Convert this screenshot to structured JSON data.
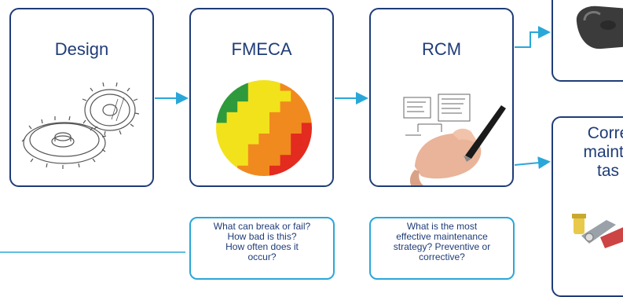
{
  "boxes": {
    "design": {
      "title": "Design"
    },
    "fmeca": {
      "title": "FMECA"
    },
    "rcm": {
      "title": "RCM"
    },
    "corrective": {
      "title_lines": [
        "Corre",
        "mainte",
        "tas"
      ]
    }
  },
  "questions": {
    "fmeca": [
      "What can break or fail?",
      "How bad is this?",
      "How often does it",
      "occur?"
    ],
    "rcm": [
      "What is the most",
      "effective maintenance",
      "strategy? Preventive or",
      "corrective?"
    ]
  },
  "colors": {
    "box_border": "#1f3c78",
    "question_border": "#2aa7d9",
    "arrow": "#2aa7d9",
    "text": "#1f3c78",
    "matrix_green": "#2f9a3b",
    "matrix_yellow": "#f2e21b",
    "matrix_orange": "#f08a1f",
    "matrix_red": "#e32b1f"
  },
  "icons": {
    "design": "gears-sketch-icon",
    "fmeca": "risk-matrix-icon",
    "rcm": "hand-writing-icon",
    "top_right": "tool-photo-icon",
    "corrective": "pliers-photo-icon"
  }
}
